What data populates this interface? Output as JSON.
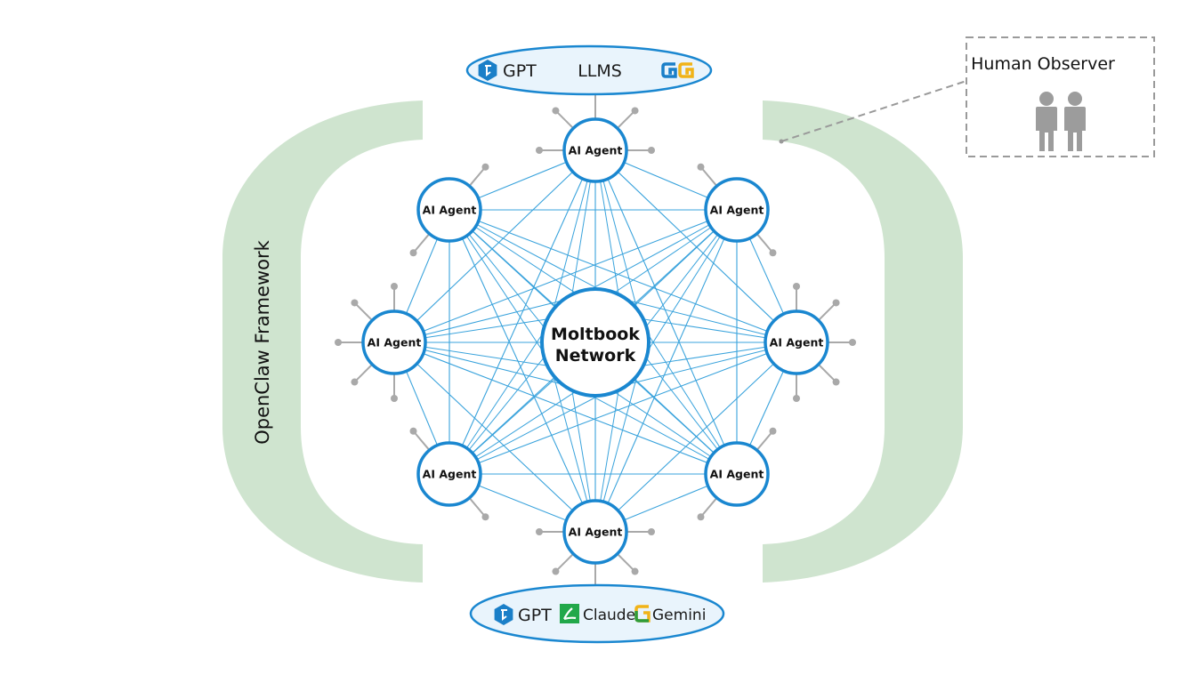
{
  "colors": {
    "node_stroke": "#1a87d0",
    "mesh_line": "#3aa3dc",
    "spoke": "#a9a9a9",
    "bracket_fill": "#cfe4cf",
    "llm_fill": "#e9f4fc",
    "observer_dash": "#9a9a9a",
    "person": "#9c9c9c",
    "gpt_icon": "#1a7fc8",
    "claude_green": "#22a84a",
    "gemini_green": "#2f9c3a",
    "gemini_yellow": "#f1b318"
  },
  "hub": {
    "line1": "Moltbook",
    "line2": "Network"
  },
  "agents": [
    {
      "label": "AI Agent",
      "position": "top"
    },
    {
      "label": "AI Agent",
      "position": "top-right"
    },
    {
      "label": "AI Agent",
      "position": "right"
    },
    {
      "label": "AI Agent",
      "position": "bottom-right"
    },
    {
      "label": "AI Agent",
      "position": "bottom"
    },
    {
      "label": "AI Agent",
      "position": "bottom-left"
    },
    {
      "label": "AI Agent",
      "position": "left"
    },
    {
      "label": "AI Agent",
      "position": "top-left"
    }
  ],
  "llm_top": {
    "left_label": "GPT",
    "center_label": "LLMS",
    "icons": [
      "gpt-icon",
      "gemini-icon-blue",
      "gemini-icon-yellow"
    ]
  },
  "llm_bottom": {
    "items": [
      {
        "label": "GPT",
        "icon": "gpt-icon"
      },
      {
        "label": "Claude",
        "icon": "claude-icon"
      },
      {
        "label": "Gemini",
        "icon": "gemini-icon"
      }
    ]
  },
  "framework": {
    "label": "OpenClaw Framework"
  },
  "observer": {
    "title": "Human Observer",
    "icon": "people-icon"
  }
}
